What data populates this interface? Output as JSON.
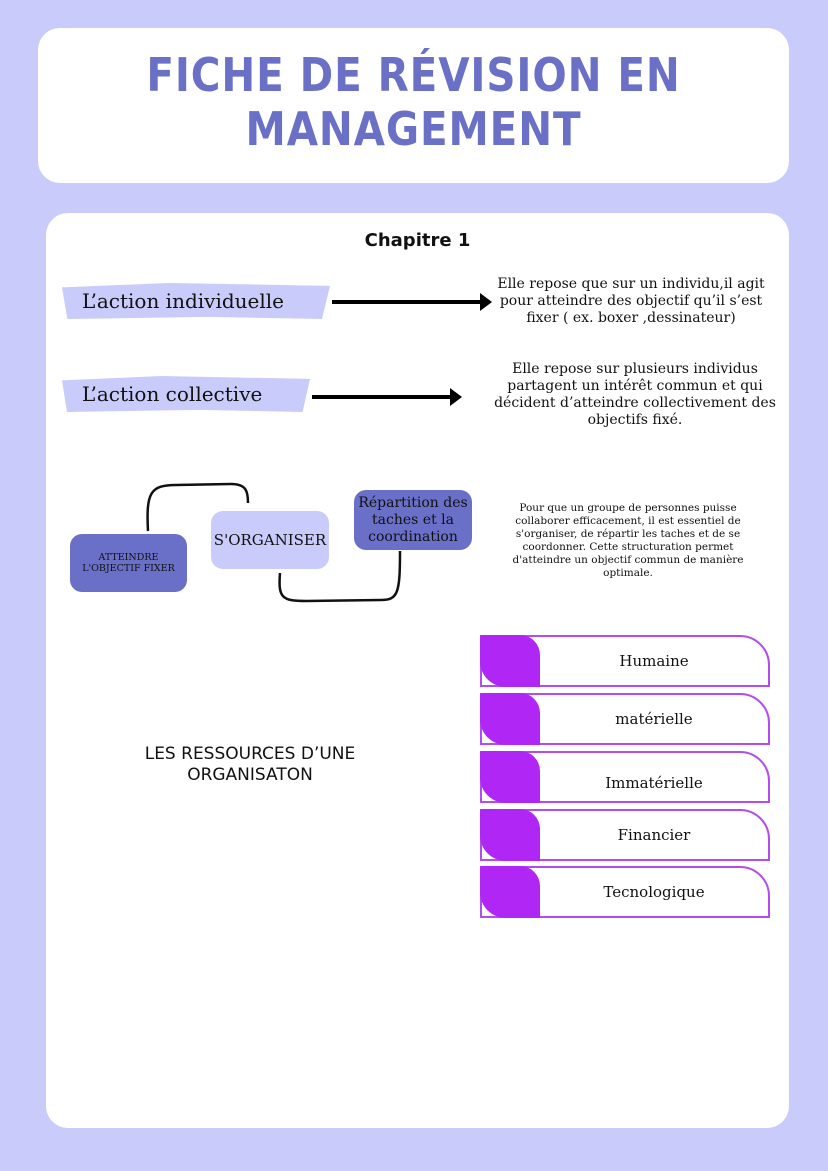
{
  "title": "FICHE DE RÉVISION EN MANAGEMENT",
  "chapter": "Chapitre 1",
  "actions": [
    {
      "label": "L’action individuelle",
      "description": "Elle repose que sur un individu,il agit pour atteindre des objectif qu’il s’est fixer ( ex. boxer ,dessinateur)"
    },
    {
      "label": "L’action collective",
      "description": "Elle repose sur plusieurs individus partagent un intérêt commun et qui décident d’atteindre collectivement des objectifs fixé."
    }
  ],
  "diagram": {
    "goal": "ATTEINDRE L'OBJECTIF FIXER",
    "organize": "S'ORGANISER",
    "distribution": "Répartition des taches et la coordination"
  },
  "diagram_text": "Pour que un groupe de personnes puisse collaborer efficacement, il est essentiel de s'organiser, de répartir les taches et de se coordonner. Cette structuration permet d'atteindre un objectif commun de manière optimale.",
  "resources_title": "LES RESSOURCES D’UNE ORGANISATON",
  "resources": [
    "Humaine",
    "matérielle",
    "Immatérielle",
    "Financier",
    "Tecnologique"
  ],
  "colors": {
    "background": "#c9cbfb",
    "title": "#6a70c6",
    "dark_box": "#6a6fc8",
    "purple": "#b026f5"
  }
}
